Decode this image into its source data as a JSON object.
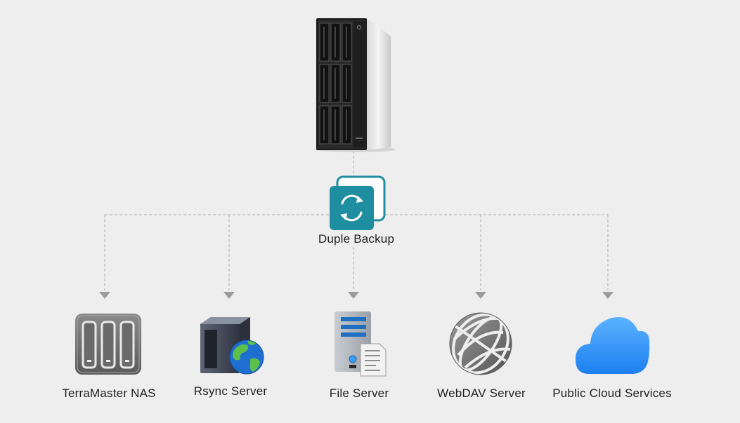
{
  "app": {
    "title": "Duple Backup",
    "label": "Duple Backup",
    "icon": "sync-icon",
    "accent": "#1e8ea0"
  },
  "source": {
    "icon": "nas-tower-icon"
  },
  "connector": {
    "style": "dashed",
    "color": "#a9a9a9"
  },
  "targets": [
    {
      "label": "TerraMaster NAS",
      "icon": "nas-icon"
    },
    {
      "label": "Rsync Server",
      "icon": "server-globe-icon"
    },
    {
      "label": "File Server",
      "icon": "file-server-icon"
    },
    {
      "label": "WebDAV Server",
      "icon": "globe-icon"
    },
    {
      "label": "Public Cloud Services",
      "icon": "cloud-icon"
    }
  ],
  "colors": {
    "background": "#eeeeee",
    "cloud": "#2f8ff0",
    "globe": "#7a7a7a"
  }
}
